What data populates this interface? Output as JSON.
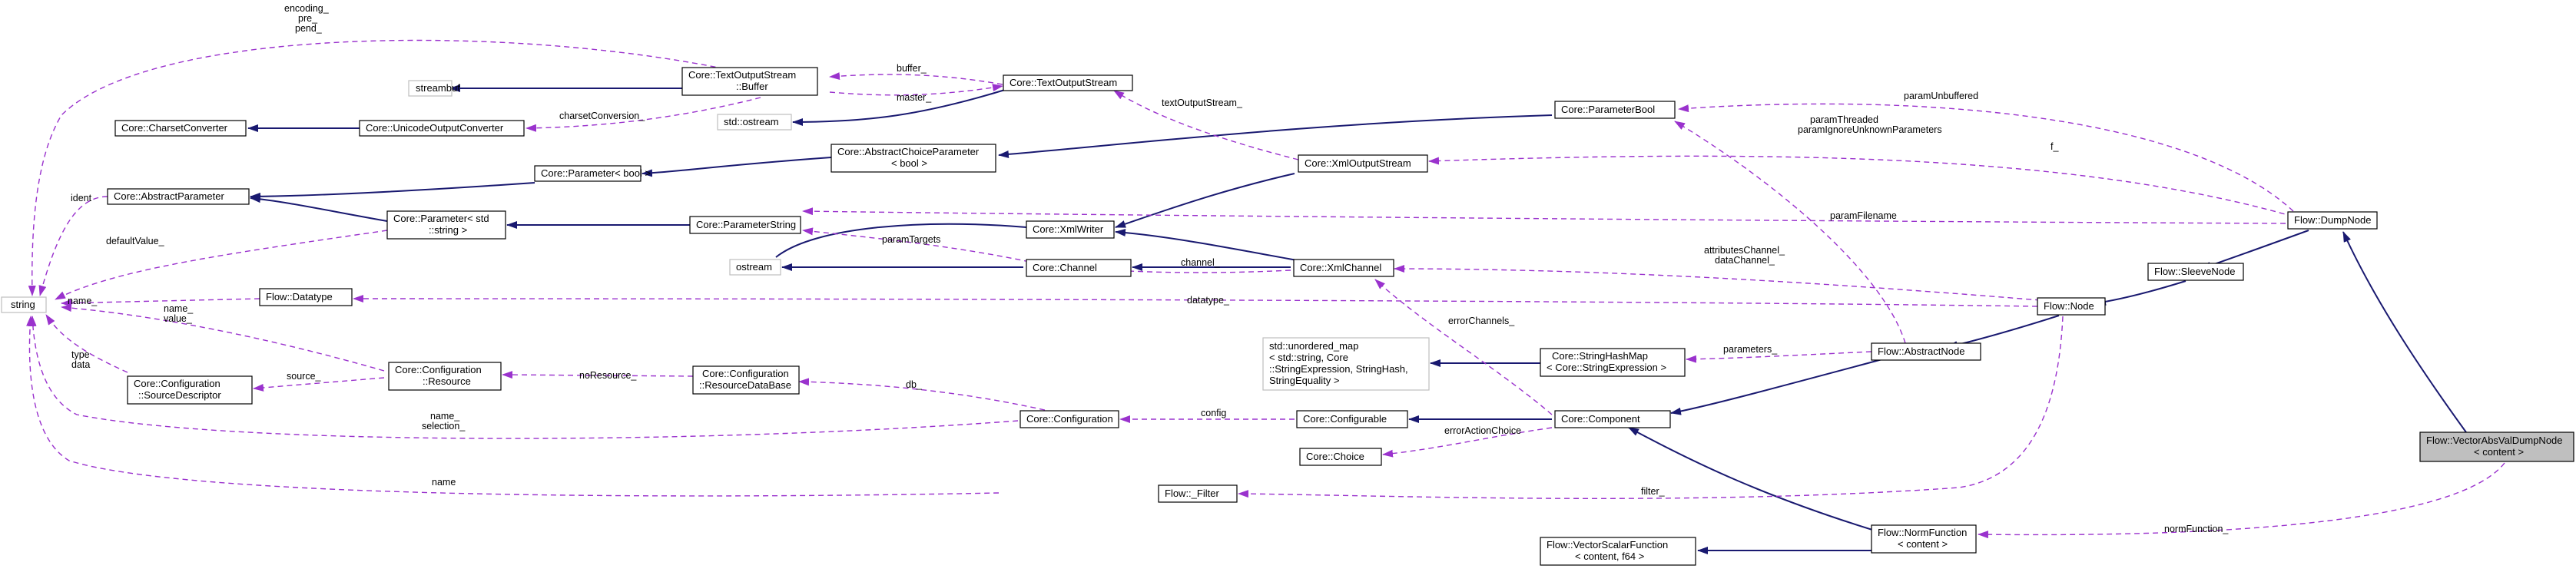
{
  "nodes": {
    "string": "string",
    "streambuf": "streambuf",
    "std_ostream": "std::ostream",
    "ostream": "ostream",
    "charset_converter": "Core::CharsetConverter",
    "abstract_parameter": "Core::AbstractParameter",
    "config_source_descriptor": [
      "Core::Configuration",
      "::SourceDescriptor"
    ],
    "text_output_stream_buffer": [
      "Core::TextOutputStream",
      "::Buffer"
    ],
    "unicode_output_converter": "Core::UnicodeOutputConverter",
    "parameter_bool": "Core::Parameter< bool >",
    "parameter_std_string": [
      "Core::Parameter< std",
      "::string >"
    ],
    "flow_datatype": "Flow::Datatype",
    "config_resource": [
      "Core::Configuration",
      "::Resource"
    ],
    "flow_filter": "Flow::_Filter",
    "text_output_stream": "Core::TextOutputStream",
    "abstract_choice_parameter": [
      "Core::AbstractChoiceParameter",
      "< bool >"
    ],
    "parameter_string": "Core::ParameterString",
    "config_resource_database": [
      "Core::Configuration",
      "::ResourceDataBase"
    ],
    "xml_writer": "Core::XmlWriter",
    "core_channel": "Core::Channel",
    "core_configuration": "Core::Configuration",
    "xml_output_stream": "Core::XmlOutputStream",
    "xml_channel": "Core::XmlChannel",
    "core_configurable": "Core::Configurable",
    "core_choice": "Core::Choice",
    "std_unordered_map": [
      "std::unordered_map",
      "< std::string, Core",
      "::StringExpression, StringHash,",
      "StringEquality >"
    ],
    "vector_scalar_function": [
      "Flow::VectorScalarFunction",
      "< content, f64 >"
    ],
    "parameter_bool_core": "Core::ParameterBool",
    "string_hash_map": [
      "Core::StringHashMap",
      "< Core::StringExpression >"
    ],
    "core_component": "Core::Component",
    "abstract_node": "Flow::AbstractNode",
    "norm_function": [
      "Flow::NormFunction",
      "< content >"
    ],
    "flow_node": "Flow::Node",
    "sleeve_node": "Flow::SleeveNode",
    "dump_node": "Flow::DumpNode",
    "vector_abs_val_dump_node": [
      "Flow::VectorAbsValDumpNode",
      "< content >"
    ]
  },
  "edge_labels": {
    "encoding_pre_pend": [
      "encoding_",
      "pre_",
      "pend_"
    ],
    "ident": "ident",
    "default_value": "defaultValue_",
    "name": "name_",
    "name_value": [
      "name_",
      "value_"
    ],
    "type_data": [
      "type",
      "data"
    ],
    "name_selection": [
      "name_",
      "selection_"
    ],
    "name_filter": "name",
    "buffer": "buffer_",
    "master": "master_",
    "charset_conversion": "charsetConversion_",
    "source": "source_",
    "no_resource": "noResource_",
    "db": "db_",
    "param_targets": "paramTargets",
    "channel": "channel_",
    "config": "config",
    "text_output_stream": "textOutputStream_",
    "param_unbuffered": "paramUnbuffered",
    "param_threaded": [
      "paramThreaded",
      "paramIgnoreUnknownParameters"
    ],
    "f": "f_",
    "param_filename": "paramFilename",
    "attributes_channel": [
      "attributesChannel_",
      "dataChannel_"
    ],
    "datatype": "datatype_",
    "error_channels": "errorChannels_",
    "parameters": "parameters_",
    "error_action_choice": "errorActionChoice",
    "filter": "filter_",
    "norm_function": "normFunction_"
  },
  "colors": {
    "inheritance": "#191970",
    "usage": "#9a32cd",
    "external_border": "#bfbfbf",
    "highlight_fill": "#bfbfbf"
  }
}
